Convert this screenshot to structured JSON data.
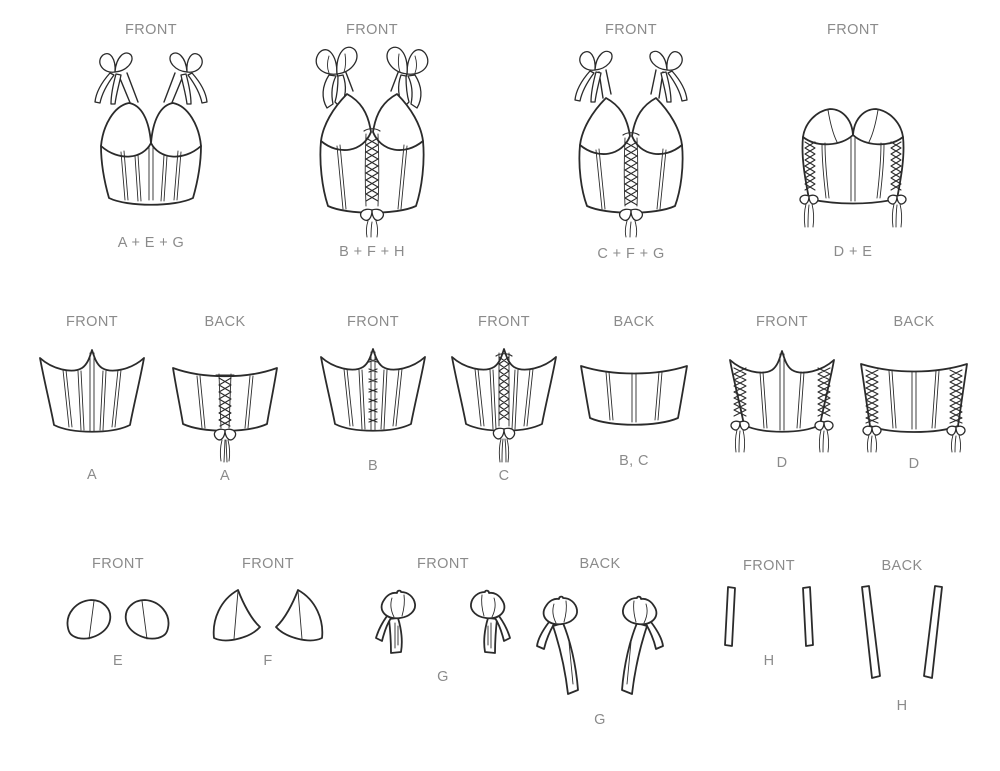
{
  "palette": {
    "background": "#ffffff",
    "line_art": "#2b2b2b",
    "label_text": "#8b8b8b"
  },
  "views": [
    {
      "view": "FRONT",
      "code": "A + E + G",
      "piece": "bustier-tie-straps-plain-front"
    },
    {
      "view": "FRONT",
      "code": "B + F + H",
      "piece": "bustier-bow-straps-laced-front"
    },
    {
      "view": "FRONT",
      "code": "C + F + G",
      "piece": "bustier-tie-straps-laced-front"
    },
    {
      "view": "FRONT",
      "code": "D + E",
      "piece": "strapless-bustier-side-laced"
    },
    {
      "view": "FRONT",
      "code": "A",
      "piece": "corset-front-a"
    },
    {
      "view": "BACK",
      "code": "A",
      "piece": "corset-back-a-laced"
    },
    {
      "view": "FRONT",
      "code": "B",
      "piece": "corset-front-b-hooks"
    },
    {
      "view": "FRONT",
      "code": "C",
      "piece": "corset-front-c-laced"
    },
    {
      "view": "BACK",
      "code": "B, C",
      "piece": "corset-back-bc-plain"
    },
    {
      "view": "FRONT",
      "code": "D",
      "piece": "corset-front-d-side-laced"
    },
    {
      "view": "BACK",
      "code": "D",
      "piece": "corset-back-d-side-laced"
    },
    {
      "view": "FRONT",
      "code": "E",
      "piece": "cups-rounded-pair"
    },
    {
      "view": "FRONT",
      "code": "F",
      "piece": "cups-pointed-pair"
    },
    {
      "view": "FRONT",
      "code": "G",
      "piece": "tie-strap-front-pair"
    },
    {
      "view": "BACK",
      "code": "G",
      "piece": "tie-strap-back-pair"
    },
    {
      "view": "FRONT",
      "code": "H",
      "piece": "strap-front-pair"
    },
    {
      "view": "BACK",
      "code": "H",
      "piece": "strap-back-pair"
    }
  ]
}
